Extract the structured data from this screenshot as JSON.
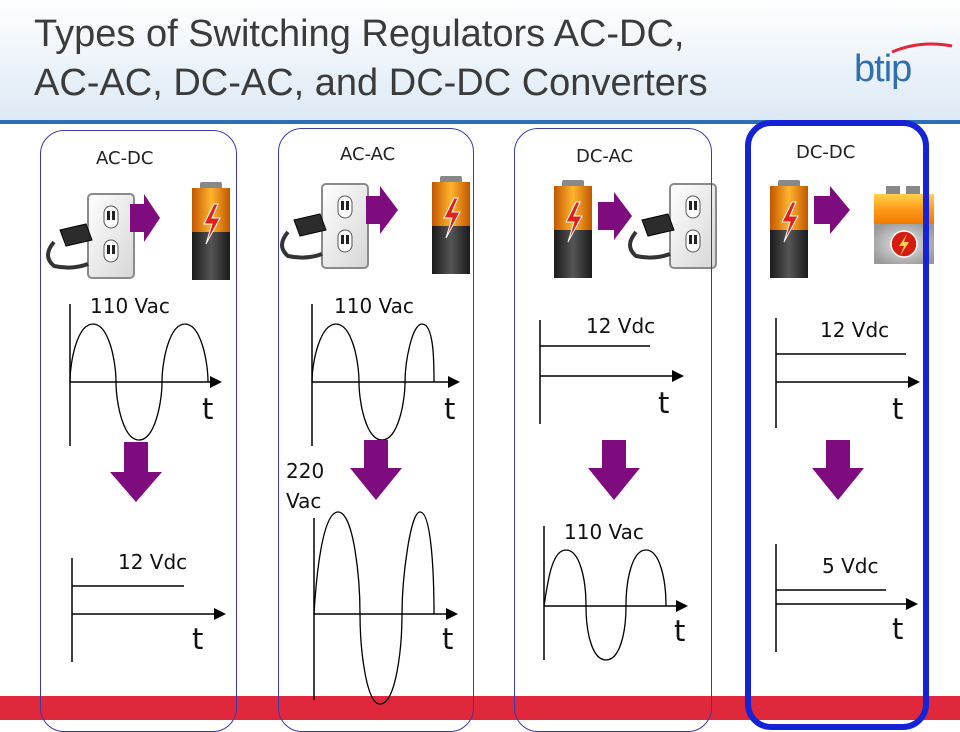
{
  "slide": {
    "title_line1": "Types of Switching Regulators AC-DC,",
    "title_line2": "AC-AC, DC-AC, and DC-DC Converters",
    "logo_text": "btip"
  },
  "panels": [
    {
      "title": "AC-DC",
      "input_label": "110 Vac",
      "output_label": "12 Vdc",
      "t_top": "t",
      "t_bottom": "t",
      "icons": [
        "power-outlet-plug-icon",
        "battery-icon"
      ]
    },
    {
      "title": "AC-AC",
      "input_label": "110 Vac",
      "output_label": "220 Vac",
      "t_top": "t",
      "t_bottom": "t",
      "icons": [
        "power-outlet-plug-icon",
        "battery-icon"
      ]
    },
    {
      "title": "DC-AC",
      "input_label": "12 Vdc",
      "output_label": "110 Vac",
      "t_top": "t",
      "t_bottom": "t",
      "icons": [
        "battery-icon",
        "power-outlet-plug-icon"
      ]
    },
    {
      "title": "DC-DC",
      "input_label": "12 Vdc",
      "output_label": "5 Vdc",
      "t_top": "t",
      "t_bottom": "t",
      "icons": [
        "battery-icon",
        "square-battery-icon"
      ],
      "highlighted": true
    }
  ],
  "colors": {
    "arrow": "#7e0c7e",
    "selected_border": "#1522d6",
    "footer": "#e0283c",
    "title_text": "#3b3b3b",
    "logo": "#2f6fb0"
  }
}
